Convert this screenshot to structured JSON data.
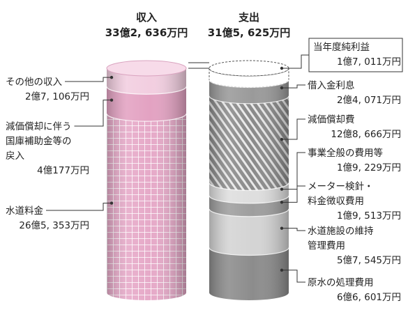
{
  "chart_data": {
    "type": "stacked-cylinder",
    "title": "",
    "columns": [
      {
        "name": "収入",
        "total": "33億2, 636万円",
        "segments": [
          {
            "name": "水道料金",
            "value": "26億5, 353万円",
            "oku": 26.5353,
            "color": "#e6a9c8",
            "pattern": "grid"
          },
          {
            "name": "減価償却に伴う国庫補助金等の戻入",
            "value": "4億177万円",
            "oku": 4.0177,
            "color": "#e3a2c2",
            "pattern": "none"
          },
          {
            "name": "その他の収入",
            "value": "2億7, 106万円",
            "oku": 2.7106,
            "color": "#f2cee0",
            "pattern": "none"
          }
        ]
      },
      {
        "name": "支出",
        "total": "31億5, 625万円",
        "segments": [
          {
            "name": "原水の処理費用",
            "value": "6億6, 601万円",
            "oku": 6.6601,
            "color": "#8c8c8c",
            "pattern": "none"
          },
          {
            "name": "水道施設の維持管理費用",
            "value": "5億7, 545万円",
            "oku": 5.7545,
            "color": "#d4d4d4",
            "pattern": "none"
          },
          {
            "name": "メーター検針・料金徴収費用",
            "value": "1億9, 513万円",
            "oku": 1.9513,
            "color": "#9e9e9e",
            "pattern": "none"
          },
          {
            "name": "事業全般の費用等",
            "value": "1億9, 229万円",
            "oku": 1.9229,
            "color": "#dedede",
            "pattern": "none"
          },
          {
            "name": "減価償却費",
            "value": "12億8, 666万円",
            "oku": 12.8666,
            "color": "#8a8a8a",
            "pattern": "diag"
          },
          {
            "name": "借入金利息",
            "value": "2億4, 071万円",
            "oku": 2.4071,
            "color": "#9a9a9a",
            "pattern": "none"
          },
          {
            "name": "当年度純利益",
            "value": "1億7, 011万円",
            "oku": 1.7011,
            "color": "#ffffff",
            "pattern": "dashed"
          }
        ]
      }
    ],
    "labels": {
      "income_header": "収入",
      "income_total": "33億2, 636万円",
      "expense_header": "支出",
      "expense_total": "31億5, 625万円",
      "income": [
        {
          "lines": [
            "その他の収入"
          ],
          "value": "2億7, 106万円"
        },
        {
          "lines": [
            "減価償却に伴う",
            "国庫補助金等の",
            "戻入"
          ],
          "value": "4億177万円"
        },
        {
          "lines": [
            "水道料金"
          ],
          "value": "26億5, 353万円"
        }
      ],
      "expense": [
        {
          "lines": [
            "当年度純利益"
          ],
          "value": "1億7, 011万円"
        },
        {
          "lines": [
            "借入金利息"
          ],
          "value": "2億4, 071万円"
        },
        {
          "lines": [
            "減価償却費"
          ],
          "value": "12億8, 666万円"
        },
        {
          "lines": [
            "事業全般の費用等"
          ],
          "value": "1億9, 229万円"
        },
        {
          "lines": [
            "メーター検針・",
            "料金徴収費用"
          ],
          "value": "1億9, 513万円"
        },
        {
          "lines": [
            "水道施設の維持",
            "管理費用"
          ],
          "value": "5億7, 545万円"
        },
        {
          "lines": [
            "原水の処理費用"
          ],
          "value": "6億6, 601万円"
        }
      ]
    }
  }
}
